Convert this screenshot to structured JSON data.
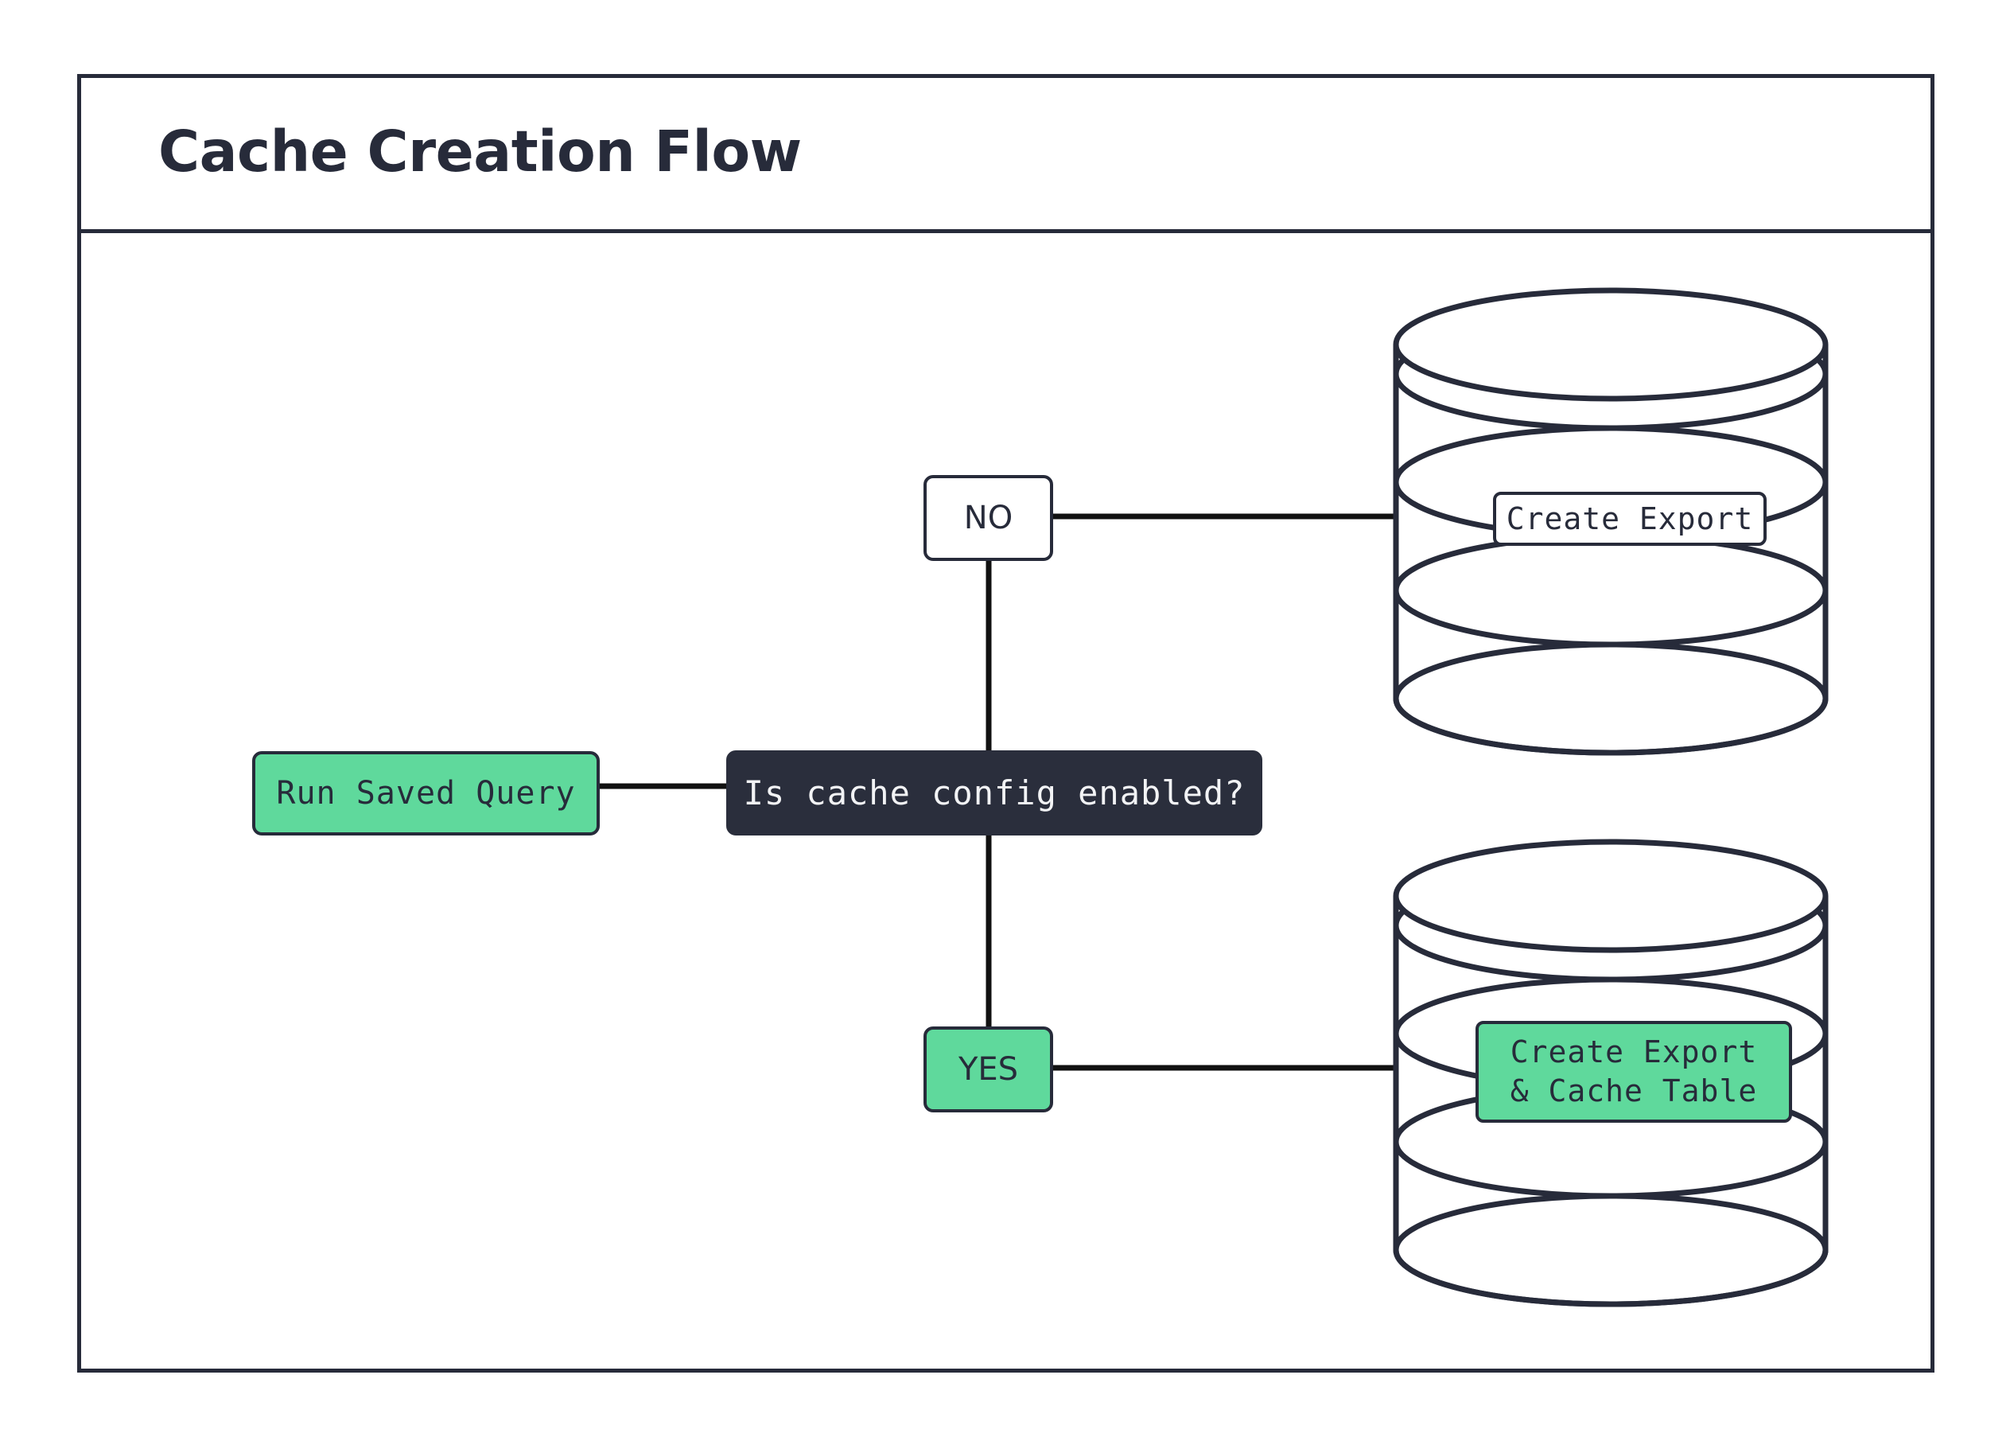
{
  "header": {
    "title": "Cache Creation Flow"
  },
  "diagram": {
    "type": "flowchart",
    "direction": "left-to-right",
    "colors": {
      "stroke": "#272b3a",
      "dark_fill": "#2a2e3c",
      "green_fill": "#5fd99c",
      "white_fill": "#ffffff",
      "dark_text": "#272b3a",
      "light_text": "#f2f3f5"
    },
    "nodes": [
      {
        "id": "run_saved_query",
        "label": "Run Saved Query",
        "shape": "rounded-rect",
        "fill": "green"
      },
      {
        "id": "decision",
        "label": "Is cache config enabled?",
        "shape": "rounded-rect",
        "fill": "dark"
      },
      {
        "id": "no",
        "label": "NO",
        "shape": "rounded-rect",
        "fill": "white"
      },
      {
        "id": "yes",
        "label": "YES",
        "shape": "rounded-rect",
        "fill": "green"
      },
      {
        "id": "create_export",
        "label": "Create Export",
        "shape": "database-stack",
        "fill": "white"
      },
      {
        "id": "create_export_cache",
        "label": "Create Export\n& Cache Table",
        "shape": "database-stack",
        "fill": "green"
      }
    ],
    "edges": [
      {
        "from": "run_saved_query",
        "to": "decision",
        "label": ""
      },
      {
        "from": "decision",
        "to": "no",
        "label": ""
      },
      {
        "from": "decision",
        "to": "yes",
        "label": ""
      },
      {
        "from": "no",
        "to": "create_export",
        "label": ""
      },
      {
        "from": "yes",
        "to": "create_export_cache",
        "label": ""
      }
    ]
  }
}
